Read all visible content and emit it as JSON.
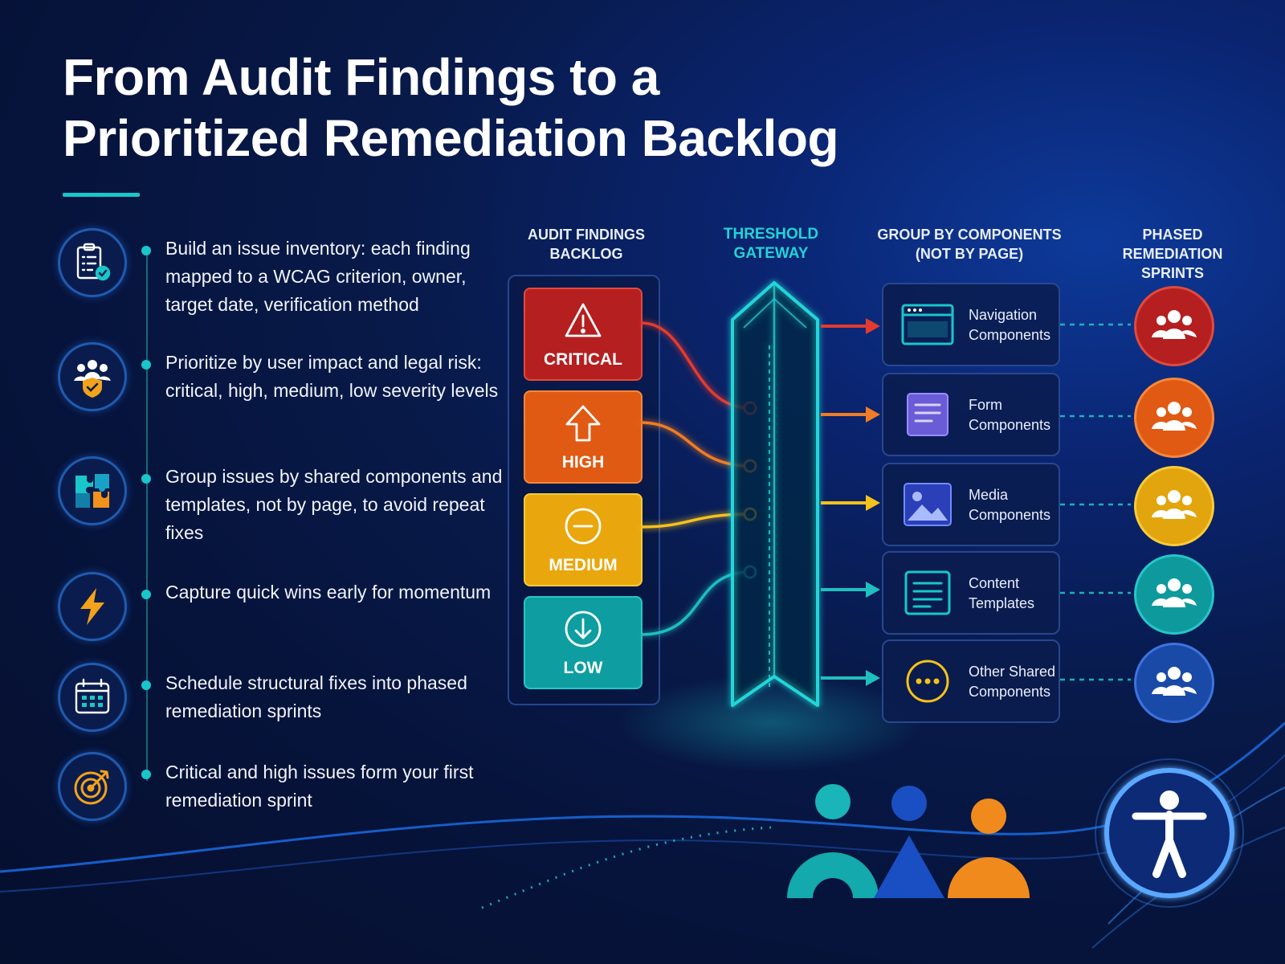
{
  "title": {
    "line1": "From Audit Findings to a",
    "line2": "Prioritized Remediation Backlog"
  },
  "left_items": [
    {
      "icon": "clipboard-checklist-icon",
      "text": "Build an issue inventory: each finding mapped to a WCAG criterion, owner, target date, verification method"
    },
    {
      "icon": "users-shield-icon",
      "text": "Prioritize by user impact and legal risk: critical, high, medium, low severity levels"
    },
    {
      "icon": "puzzle-pieces-icon",
      "text": "Group issues by shared components and templates, not by page, to avoid repeat fixes"
    },
    {
      "icon": "lightning-bolt-icon",
      "text": "Capture quick wins early for momentum"
    },
    {
      "icon": "calendar-icon",
      "text": "Schedule structural fixes into phased remediation sprints"
    },
    {
      "icon": "target-arrow-icon",
      "text": "Critical and high issues form your first remediation sprint"
    }
  ],
  "columns": {
    "findings": {
      "line1": "AUDIT FINDINGS",
      "line2": "BACKLOG"
    },
    "gateway": {
      "line1": "THRESHOLD",
      "line2": "GATEWAY"
    },
    "group": {
      "line1": "GROUP BY COMPONENTS",
      "line2": "(NOT BY PAGE)"
    },
    "sprints": {
      "line1": "PHASED REMEDIATION",
      "line2": "SPRINTS"
    }
  },
  "severities": [
    {
      "label": "CRITICAL",
      "icon": "warning-triangle-icon",
      "color": "#b51f20"
    },
    {
      "label": "HIGH",
      "icon": "arrow-up-icon",
      "color": "#e05a13"
    },
    {
      "label": "MEDIUM",
      "icon": "minus-circle-icon",
      "color": "#e9a70d"
    },
    {
      "label": "LOW",
      "icon": "arrow-down-circle-icon",
      "color": "#0e9ea1"
    }
  ],
  "components": [
    {
      "line1": "Navigation",
      "line2": "Components",
      "icon": "browser-window-icon",
      "arrow_color": "#e33a2d"
    },
    {
      "line1": "Form",
      "line2": "Components",
      "icon": "form-document-icon",
      "arrow_color": "#f07c23"
    },
    {
      "line1": "Media",
      "line2": "Components",
      "icon": "image-icon",
      "arrow_color": "#f4c21a"
    },
    {
      "line1": "Content",
      "line2": "Templates",
      "icon": "content-template-icon",
      "arrow_color": "#1fbfbf"
    },
    {
      "line1": "Other Shared",
      "line2": "Components",
      "icon": "more-dots-icon",
      "arrow_color": "#1fbfbf"
    }
  ],
  "sprints": [
    {
      "icon": "team-icon",
      "color": "#b51f20"
    },
    {
      "icon": "team-icon",
      "color": "#e05a13"
    },
    {
      "icon": "team-icon",
      "color": "#e2a50d"
    },
    {
      "icon": "team-icon",
      "color": "#0e9a9c"
    },
    {
      "icon": "team-icon",
      "color": "#1a4aa8"
    }
  ],
  "accessibility_badge": {
    "icon": "accessibility-icon",
    "color": "#2f7fe8"
  }
}
